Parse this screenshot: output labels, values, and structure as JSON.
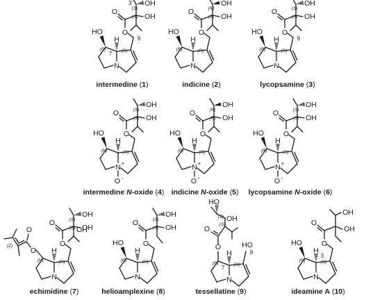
{
  "compounds": [
    {
      "name": "intermedine",
      "suffix": "",
      "num": "1",
      "c1": "(R)",
      "c2": "(S)",
      "c3": "(S)",
      "core1": "(R)",
      "core2": "(R)",
      "oxide": false,
      "c7label": "7",
      "c9label": "9",
      "c3label": "3'"
    },
    {
      "name": "indicine",
      "suffix": "",
      "num": "2",
      "c1": "(R)",
      "c2": "(S)",
      "c3": "(R)",
      "core1": "(R)",
      "core2": "(R)",
      "oxide": false,
      "c7label": "",
      "c9label": "",
      "c3label": ""
    },
    {
      "name": "lycopsamine",
      "suffix": "",
      "num": "3",
      "c1": "(R)",
      "c2": "(S)",
      "c3": "(S)",
      "core1": "(R)",
      "core2": "(R)",
      "oxide": false,
      "c7label": "",
      "c9label": "9",
      "c3label": ""
    },
    {
      "name": "intermedine ",
      "suffix": "N",
      "suffix2": "-oxide",
      "num": "4",
      "c1": "(R)",
      "c2": "(S)",
      "c3": "(S)",
      "core1": "(R)",
      "core2": "(R)",
      "oxide": true,
      "c7label": "",
      "c9label": "",
      "c3label": ""
    },
    {
      "name": "indicine ",
      "suffix": "N",
      "suffix2": "-oxide",
      "num": "5",
      "c1": "(R)",
      "c2": "(R)",
      "c3": "(R)",
      "core1": "(R)",
      "core2": "(R)",
      "oxide": true,
      "c7label": "",
      "c9label": "",
      "c3label": ""
    },
    {
      "name": "lycopsamine ",
      "suffix": "N",
      "suffix2": "-oxide",
      "num": "6",
      "c1": "(R)",
      "c2": "(S)",
      "c3": "(S)",
      "core1": "(R)",
      "core2": "(R)",
      "oxide": true,
      "c7label": "",
      "c9label": "",
      "c3label": ""
    },
    {
      "name": "echimidine",
      "suffix": "",
      "num": "7",
      "c1": "(R)",
      "c2": "(S)",
      "c3": "(S)",
      "core1": "(R)",
      "core2": "(R)",
      "oxide": false,
      "c7label": "",
      "c9label": "",
      "c3label": "",
      "zlabel": "(Z)"
    },
    {
      "name": "helioamplexine",
      "suffix": "",
      "num": "8",
      "c1": "(R)",
      "c2": "(S)",
      "c3": "(S)",
      "core1": "(R)",
      "core2": "(R)",
      "oxide": false,
      "c7label": "",
      "c9label": "",
      "c3label": ""
    },
    {
      "name": "tessellatine",
      "suffix": "",
      "num": "9",
      "c1": "(R)",
      "c2": "(S)",
      "c3": "(S)",
      "core1": "(R)",
      "core2": "(R)",
      "oxide": false,
      "c7label": "7",
      "c9label": "9",
      "c3label": ""
    },
    {
      "name": "ideamine A",
      "suffix": "",
      "num": "10",
      "c1": "(R)",
      "c2": "",
      "c3": "",
      "core1": "(R)",
      "core2": "(S)",
      "oxide": false,
      "c7label": "",
      "c9label": "",
      "c3label": "",
      "c3extra": "3"
    }
  ],
  "atoms": {
    "oh": "OH",
    "ho": "HO",
    "o": "O",
    "n": "N",
    "h": "H",
    "plus": "+",
    "minus": "-"
  }
}
